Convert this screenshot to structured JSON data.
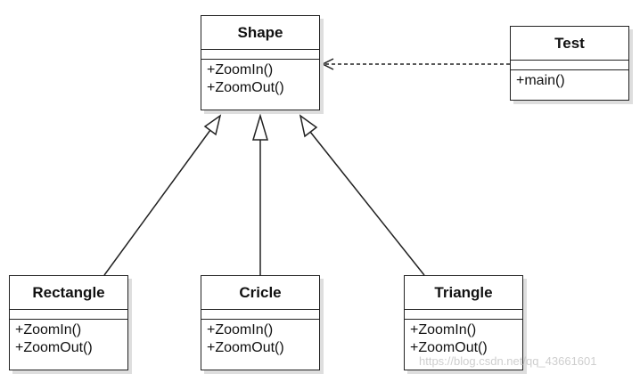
{
  "classes": {
    "shape": {
      "name": "Shape",
      "operations": [
        "+ZoomIn()",
        "+ZoomOut()"
      ]
    },
    "test": {
      "name": "Test",
      "operations": [
        "+main()"
      ]
    },
    "rectangle": {
      "name": "Rectangle",
      "operations": [
        "+ZoomIn()",
        "+ZoomOut()"
      ]
    },
    "cricle": {
      "name": "Cricle",
      "operations": [
        "+ZoomIn()",
        "+ZoomOut()"
      ]
    },
    "triangle": {
      "name": "Triangle",
      "operations": [
        "+ZoomIn()",
        "+ZoomOut()"
      ]
    }
  },
  "relations": [
    {
      "type": "dependency",
      "from": "Test",
      "to": "Shape"
    },
    {
      "type": "generalization",
      "from": "Rectangle",
      "to": "Shape"
    },
    {
      "type": "generalization",
      "from": "Cricle",
      "to": "Shape"
    },
    {
      "type": "generalization",
      "from": "Triangle",
      "to": "Shape"
    }
  ],
  "watermark": "https://blog.csdn.net/qq_43661601",
  "colors": {
    "line": "#222222",
    "shadow": "#dedede",
    "watermark": "#bebebe"
  }
}
